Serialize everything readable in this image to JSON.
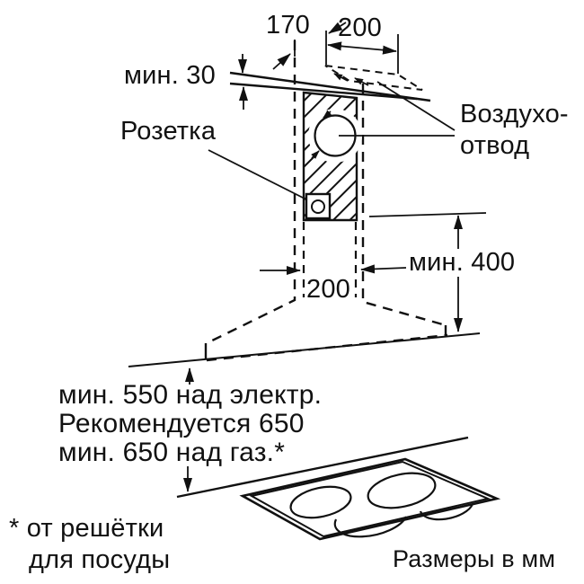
{
  "colors": {
    "ink": "#111111",
    "background": "#ffffff"
  },
  "labels": {
    "dim_depth_top": "170",
    "dim_width_top": "200",
    "min_ceiling_gap": "мин. 30",
    "socket": "Розетка",
    "air_outlet_line1": "Воздухо-",
    "air_outlet_line2": "отвод",
    "min_chimney_height": "мин. 400",
    "dim_duct_width": "200",
    "distance_note_line1": "мин. 550 над электр.",
    "distance_note_line2": "Рекомендуется 650",
    "distance_note_line3": "мин. 650 над газ.*",
    "footnote_line1": "* от решётки",
    "footnote_line2": "для посуды",
    "units_note": "Размеры в мм"
  }
}
